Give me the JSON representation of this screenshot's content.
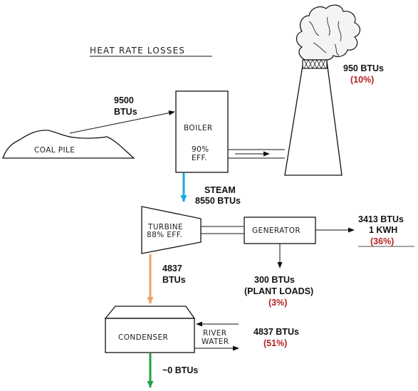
{
  "title": "HEAT RATE LOSSES",
  "coal_pile": {
    "label": "COAL PILE"
  },
  "input": {
    "value": "9500",
    "unit": "BTUs"
  },
  "boiler": {
    "label": "BOILER",
    "eff_value": "90%",
    "eff_unit": "EFF."
  },
  "stack": {
    "value": "950 BTUs",
    "pct": "(10%)"
  },
  "steam": {
    "label": "STEAM",
    "value": "8550 BTUs"
  },
  "turbine": {
    "label": "TURBINE",
    "eff": "88% EFF."
  },
  "generator": {
    "label": "GENERATOR",
    "value": "3413 BTUs",
    "kwh": "1 KWH",
    "pct": "(36%)"
  },
  "plant_loads": {
    "value": "300 BTUs",
    "label": "(PLANT LOADS)",
    "pct": "(3%)"
  },
  "to_condenser": {
    "value": "4837",
    "unit": "BTUs"
  },
  "condenser": {
    "label": "CONDENSER"
  },
  "river": {
    "line1": "RIVER",
    "line2": "WATER",
    "value": "4837 BTUs",
    "pct": "(51%)"
  },
  "outlet": {
    "value": "~0 BTUs"
  },
  "colors": {
    "steam_arrow": "#1aa7e0",
    "exhaust_arrow": "#f0a060",
    "outlet_arrow": "#22a045",
    "percent_text": "#b22222"
  }
}
